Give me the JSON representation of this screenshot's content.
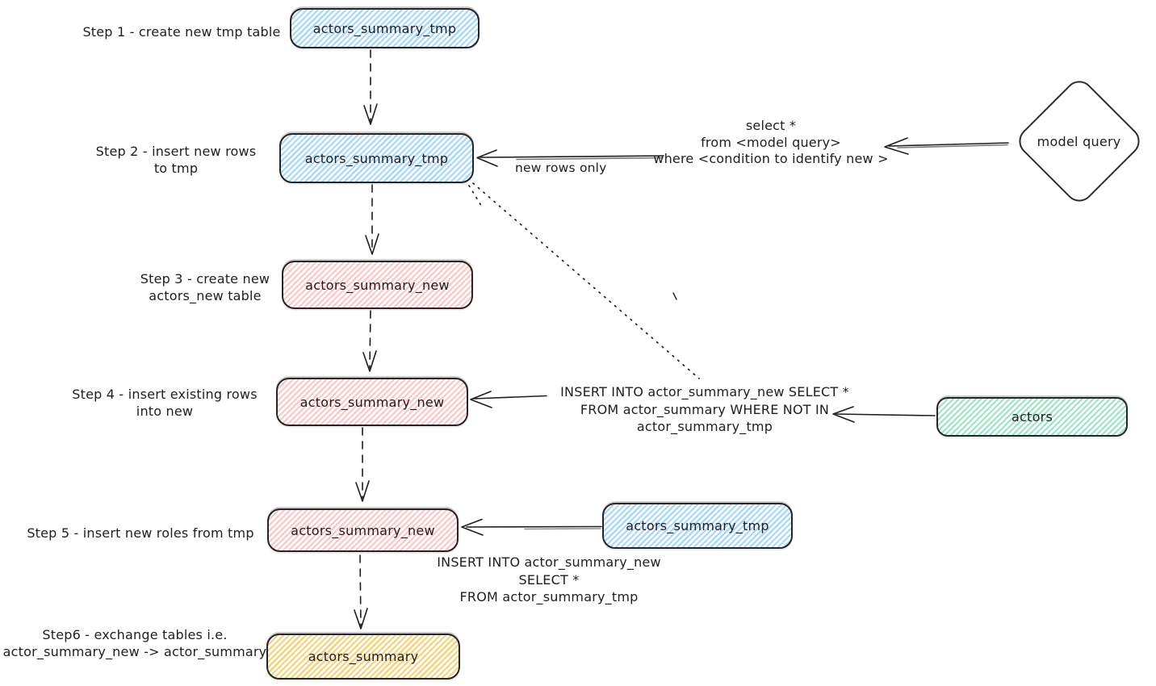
{
  "diagram": {
    "type": "flowchart",
    "style": "hand-drawn",
    "colors": {
      "stroke": "#1e1e1e",
      "blue_fill": "#a5d8ff",
      "pink_fill": "#ffc4c4",
      "green_fill": "#99e3c6",
      "yellow_fill": "#f7d174"
    }
  },
  "steps": [
    {
      "lines": [
        "Step 1 - create new tmp table"
      ]
    },
    {
      "lines": [
        "Step 2 - insert new rows",
        "to tmp"
      ]
    },
    {
      "lines": [
        "Step 3 - create new",
        "actors_new table"
      ]
    },
    {
      "lines": [
        "Step 4 - insert existing rows",
        "into new"
      ]
    },
    {
      "lines": [
        "Step 5 - insert new roles from tmp"
      ]
    },
    {
      "lines": [
        "Step6 - exchange tables i.e.",
        "actor_summary_new -> actor_summary"
      ]
    }
  ],
  "nodes": {
    "step1_tmp": "actors_summary_tmp",
    "step2_tmp": "actors_summary_tmp",
    "step3_new": "actors_summary_new",
    "step4_new": "actors_summary_new",
    "step5_new": "actors_summary_new",
    "step6_summary": "actors_summary",
    "tmp_source": "actors_summary_tmp",
    "actors_source": "actors",
    "model_query": "model query"
  },
  "annotations": {
    "new_rows_only": "new rows only",
    "select_query": [
      "select *",
      "from <model query>",
      "where <condition to identify new >"
    ],
    "insert_not_in": [
      "INSERT INTO actor_summary_new SELECT *",
      "FROM actor_summary WHERE NOT IN",
      "actor_summary_tmp"
    ],
    "insert_from_tmp": [
      "INSERT INTO actor_summary_new",
      "SELECT *",
      "FROM actor_summary_tmp"
    ]
  }
}
